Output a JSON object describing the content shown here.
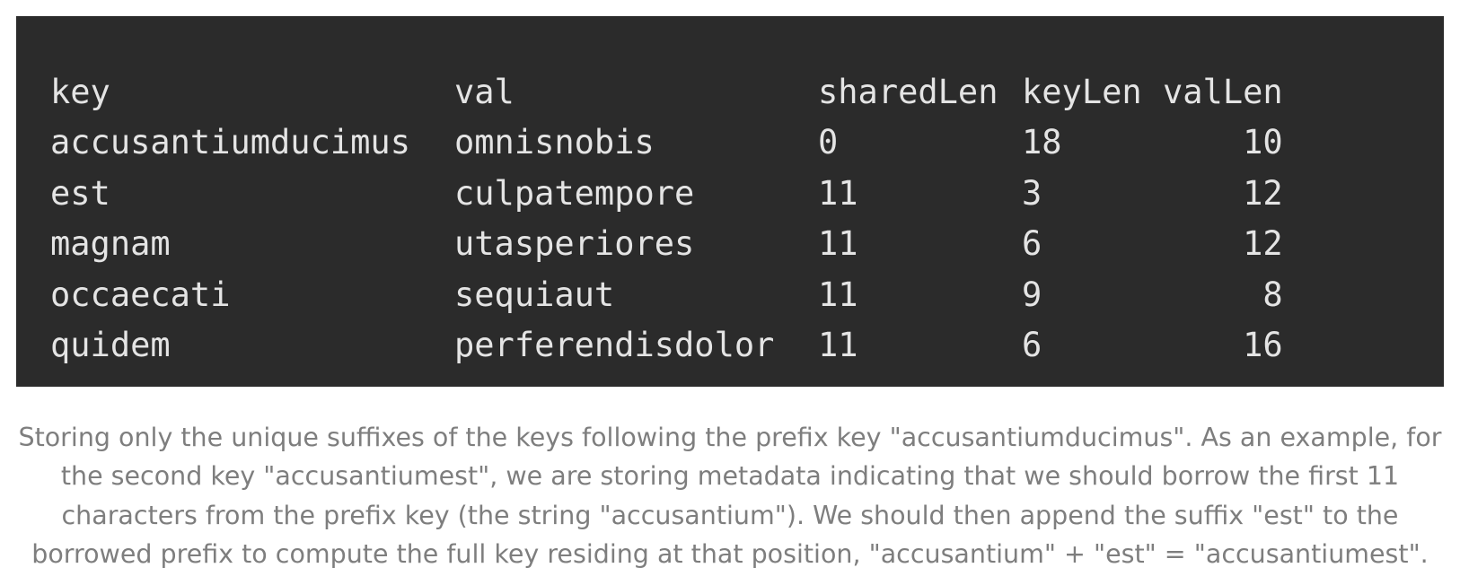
{
  "table": {
    "headers": [
      "key",
      "val",
      "sharedLen",
      "keyLen",
      "valLen"
    ],
    "rows": [
      [
        "accusantiumducimus",
        "omnisnobis",
        "0",
        "18",
        "10"
      ],
      [
        "est",
        "culpatempore",
        "11",
        "3",
        "12"
      ],
      [
        "magnam",
        "utasperiores",
        "11",
        "6",
        "12"
      ],
      [
        "occaecati",
        "sequiaut",
        "11",
        "9",
        "8"
      ],
      [
        "quidem",
        "perferendisdolor",
        "11",
        "6",
        "16"
      ]
    ]
  },
  "caption": "Storing only the unique suffixes of the keys following the prefix key \"accusantiumducimus\". As an example, for the second key \"accusantiumest\", we are storing metadata indicating that we should borrow the first 11 characters from the prefix key (the string \"accusantium\"). We should then append the suffix \"est\" to the borrowed prefix to compute the full key residing at that position, \"accusantium\" + \"est\" = \"accusantiumest\".",
  "colors": {
    "code_background": "#2b2b2b",
    "code_text": "#e4e4e4",
    "caption_text": "#7e7e7e"
  }
}
